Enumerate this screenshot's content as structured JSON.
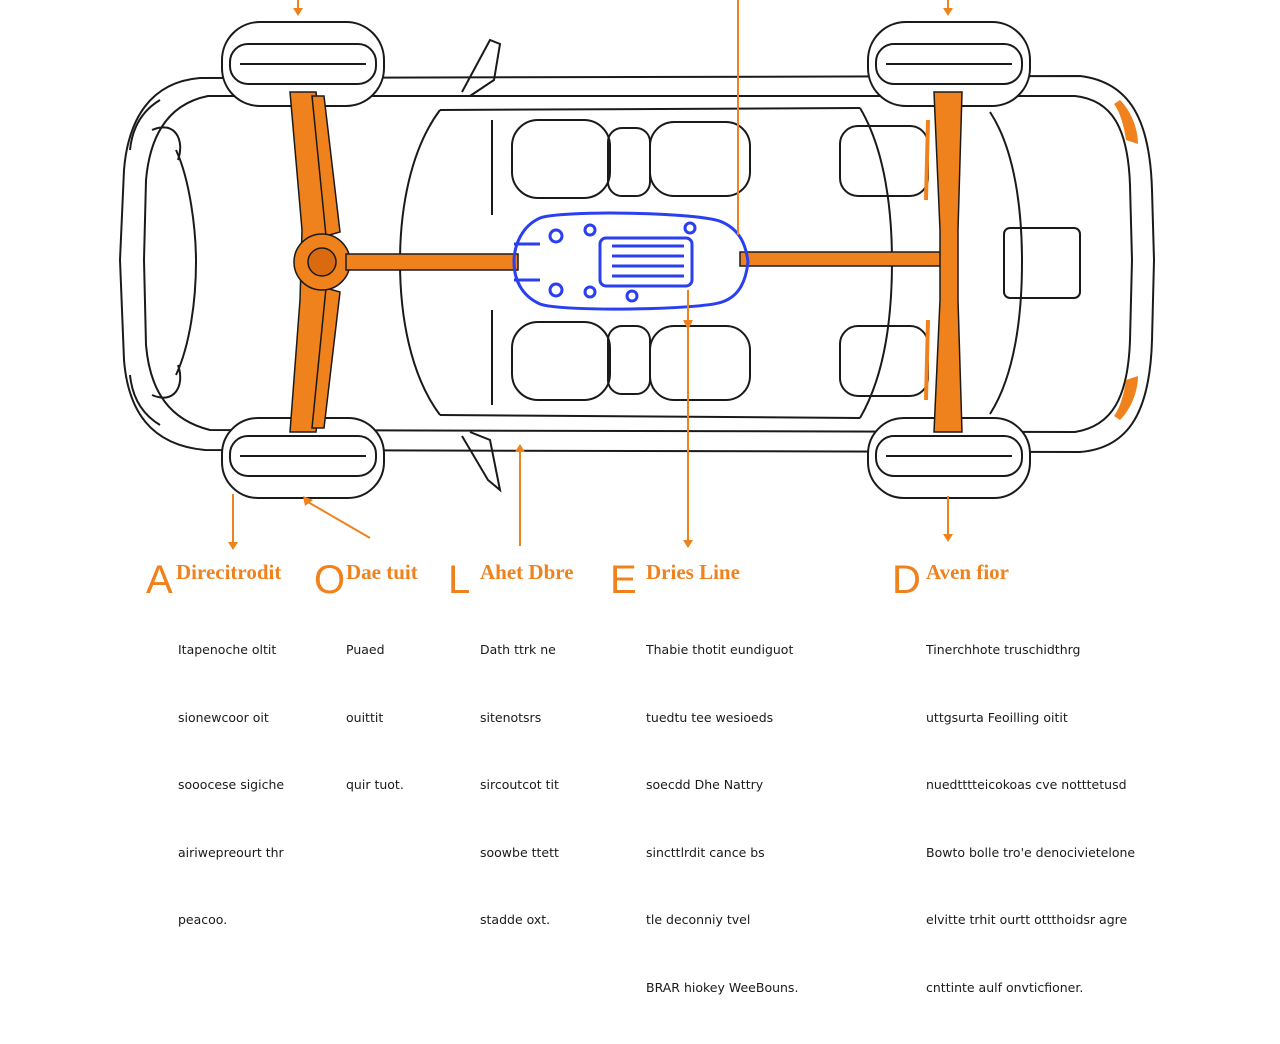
{
  "colors": {
    "outline": "#1a1a1a",
    "drivetrain": "#f0821e",
    "transmission": "#2a3ff0",
    "background": "#ffffff"
  },
  "diagram": {
    "subject": "car-drivetrain-top-view"
  },
  "callouts": [
    {
      "letter": "A",
      "title": "Direcitrodit",
      "lines": [
        "Itapenoche oltit",
        "sionewcoor oit",
        "sooocese sigiche",
        "airiwepreourt thr",
        "peacoo."
      ]
    },
    {
      "letter": "O",
      "title": "Dae tuit",
      "lines": [
        "Puaed",
        "ouittit",
        "quir tuot."
      ]
    },
    {
      "letter": "L",
      "title": "Ahet Dbre",
      "lines": [
        "Dath ttrk ne",
        "sitenotsrs",
        "sircoutcot tit",
        "soowbe ttett",
        "stadde oxt."
      ]
    },
    {
      "letter": "E",
      "title": "Dries Line",
      "lines": [
        "Thabie thotit eundiguot",
        "tuedtu tee wesioeds",
        "soecdd Dhe Nattry",
        "sincttlrdit cance bs",
        "tle deconniy tvel",
        "BRAR hiokey WeeBouns."
      ]
    },
    {
      "letter": "D",
      "title": "Aven fior",
      "lines": [
        "Tinerchhote truschidthrg",
        "uttgsurta Feoilling oitit",
        "nuedtttteicokoas cve notttetusd",
        "Bowto bolle tro'e denocivietelone",
        "elvitte trhit ourtt ottthoidsr agre",
        "cnttinte aulf onvticfioner."
      ]
    }
  ]
}
